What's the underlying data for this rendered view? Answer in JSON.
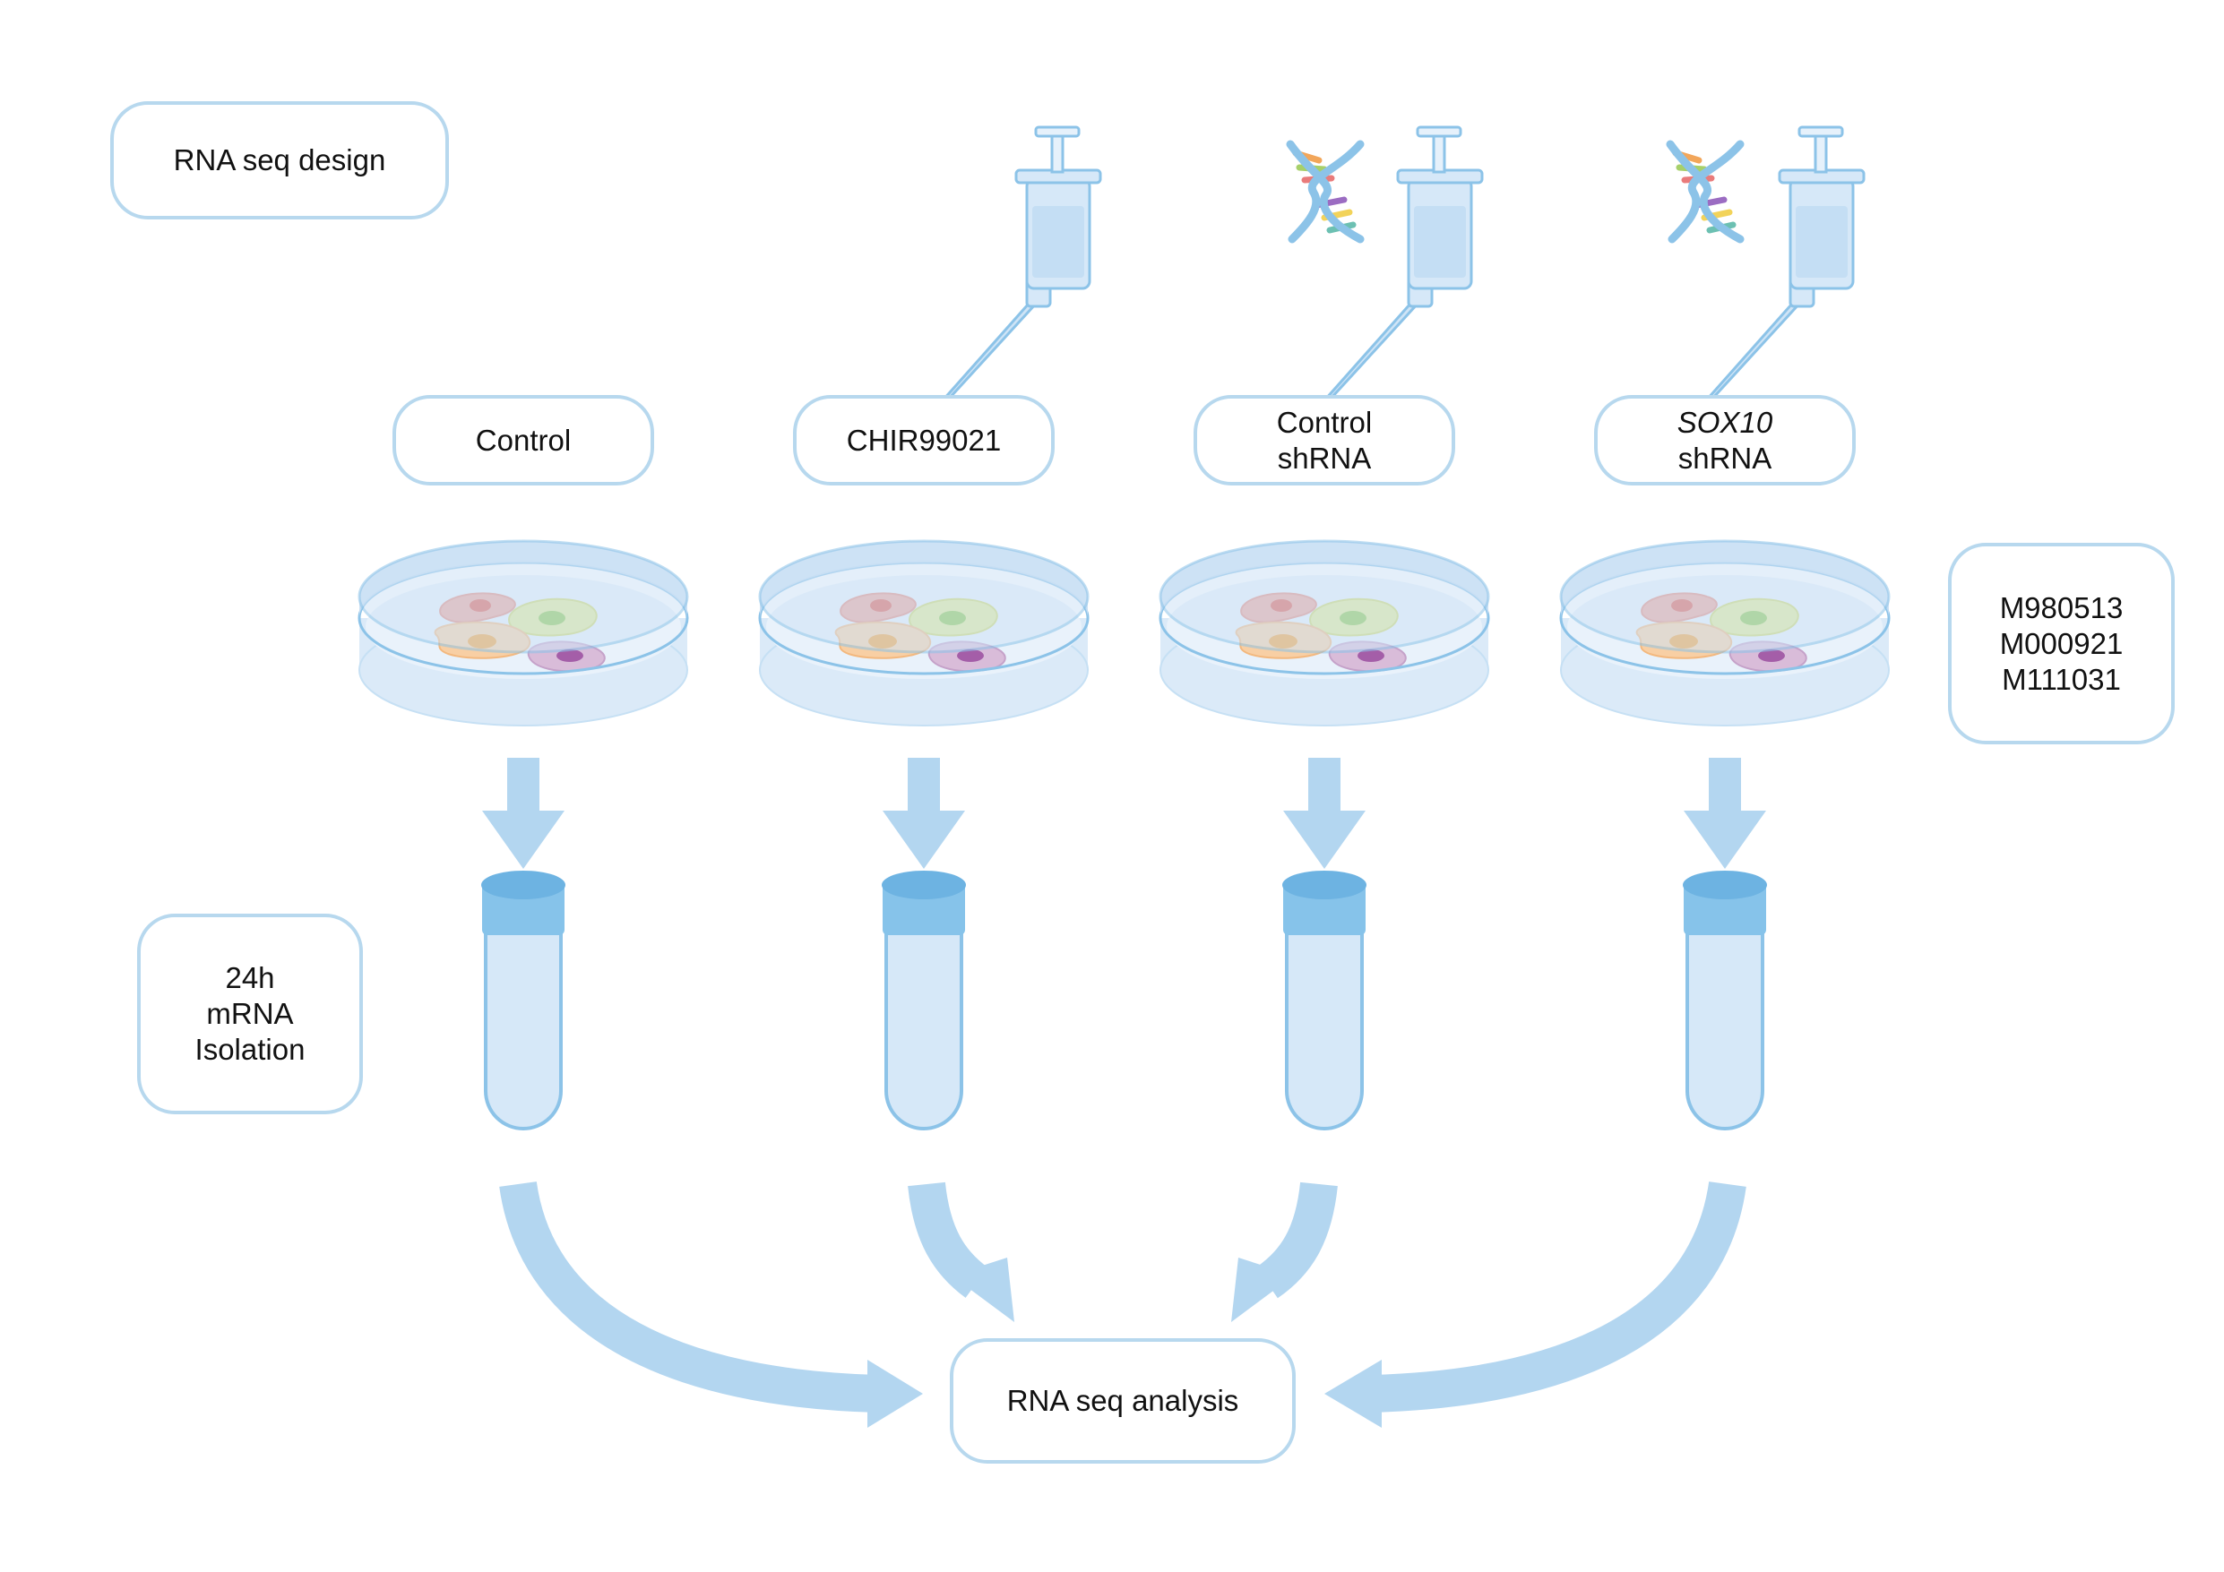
{
  "title_box": {
    "text": "RNA seq design"
  },
  "conditions": [
    {
      "lines": [
        "Control"
      ],
      "italic_first": false,
      "injection": false,
      "dna": false
    },
    {
      "lines": [
        "CHIR99021"
      ],
      "italic_first": false,
      "injection": true,
      "dna": false
    },
    {
      "lines": [
        "Control",
        "shRNA"
      ],
      "italic_first": false,
      "injection": true,
      "dna": true
    },
    {
      "lines": [
        "SOX10",
        "shRNA"
      ],
      "italic_first": true,
      "injection": true,
      "dna": true
    }
  ],
  "cell_lines_box": {
    "lines": [
      "M980513",
      "M000921",
      "M111031"
    ]
  },
  "isolation_box": {
    "lines": [
      "24h",
      "mRNA",
      "Isolation"
    ]
  },
  "analysis_box": {
    "text": "RNA seq analysis"
  },
  "colors": {
    "box_border": "#b7d8ee",
    "arrow": "#b3d6f0",
    "dish_fill": "#dbeaf8",
    "dish_rim": "#8cc3e8",
    "tube_cap": "#7fbfe8",
    "tube_body": "#d6e8f8"
  },
  "icons": [
    "syringe-icon",
    "dna-icon",
    "petri-dish-icon",
    "test-tube-icon"
  ]
}
